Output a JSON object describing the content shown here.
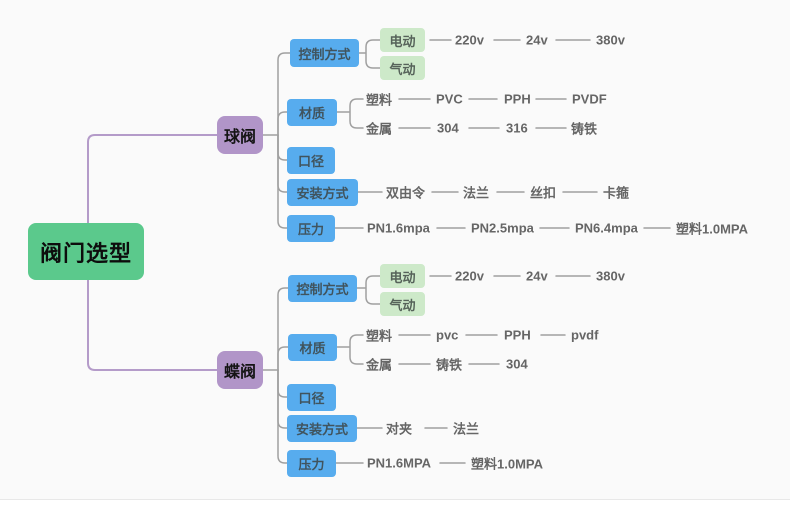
{
  "colors": {
    "canvas_bg": "#fafafa",
    "root_fill": "#5bc98c",
    "branch_fill": "#b195c8",
    "category_fill": "#57acee",
    "leafbox_fill": "#cde9c9",
    "leaf_text": "#666666",
    "link_gray": "#a0a0a0",
    "link_purple": "#b49bc9"
  },
  "mindmap": {
    "root": {
      "label": "阀门选型"
    },
    "branches": [
      {
        "label": "球阀",
        "categories": [
          {
            "label": "控制方式",
            "children": [
              {
                "label": "电动",
                "chain": [
                  "220v",
                  "24v",
                  "380v"
                ]
              },
              {
                "label": "气动",
                "chain": []
              }
            ]
          },
          {
            "label": "材质",
            "children": [
              {
                "label": "塑料",
                "chain": [
                  "PVC",
                  "PPH",
                  "PVDF"
                ]
              },
              {
                "label": "金属",
                "chain": [
                  "304",
                  "316",
                  "铸铁"
                ]
              }
            ]
          },
          {
            "label": "口径",
            "children": []
          },
          {
            "label": "安装方式",
            "chain": [
              "双由令",
              "法兰",
              "丝扣",
              "卡箍"
            ]
          },
          {
            "label": "压力",
            "chain": [
              "PN1.6mpa",
              "PN2.5mpa",
              "PN6.4mpa",
              "塑料1.0MPA"
            ]
          }
        ]
      },
      {
        "label": "蝶阀",
        "categories": [
          {
            "label": "控制方式",
            "children": [
              {
                "label": "电动",
                "chain": [
                  "220v",
                  "24v",
                  "380v"
                ]
              },
              {
                "label": "气动",
                "chain": []
              }
            ]
          },
          {
            "label": "材质",
            "children": [
              {
                "label": "塑料",
                "chain": [
                  "pvc",
                  "PPH",
                  "pvdf"
                ]
              },
              {
                "label": "金属",
                "chain": [
                  "铸铁",
                  "304"
                ]
              }
            ]
          },
          {
            "label": "口径",
            "children": []
          },
          {
            "label": "安装方式",
            "chain": [
              "对夹",
              "法兰"
            ]
          },
          {
            "label": "压力",
            "chain": [
              "PN1.6MPA",
              "塑料1.0MPA"
            ]
          }
        ]
      }
    ]
  }
}
